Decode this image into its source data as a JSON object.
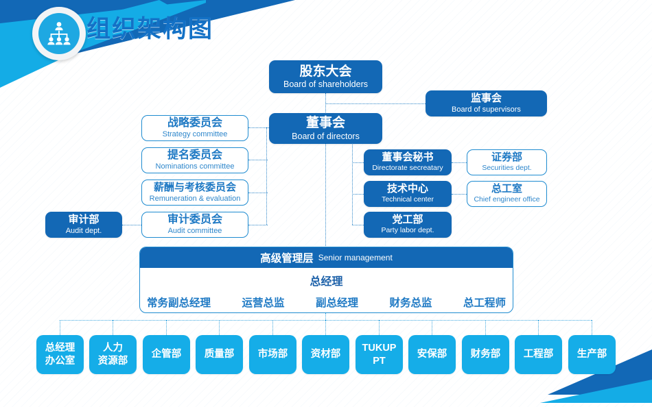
{
  "header": {
    "title": "组织架构图",
    "badge_icon": "org-chart-icon"
  },
  "colors": {
    "dark_blue": "#1368B5",
    "mid_blue": "#1E79C4",
    "light_cyan": "#15ADE8",
    "outline_blue": "#1E8BD0",
    "title_blue": "#1371C6"
  },
  "nodes": {
    "shareholders": {
      "cn": "股东大会",
      "en": "Board of shareholders"
    },
    "supervisors": {
      "cn": "监事会",
      "en": "Board of supervisors"
    },
    "directors": {
      "cn": "董事会",
      "en": "Board of directors"
    },
    "strategy": {
      "cn": "战略委员会",
      "en": "Strategy committee"
    },
    "nominations": {
      "cn": "提名委员会",
      "en": "Nominations committee"
    },
    "remuneration": {
      "cn": "薪酬与考核委员会",
      "en": "Remuneration & evaluation"
    },
    "audit_committee": {
      "cn": "审计委员会",
      "en": "Audit committee"
    },
    "audit_dept": {
      "cn": "审计部",
      "en": "Audit dept."
    },
    "directorate_secretary": {
      "cn": "董事会秘书",
      "en": "Directorate secreatary"
    },
    "securities": {
      "cn": "证券部",
      "en": "Securities dept."
    },
    "technical_center": {
      "cn": "技术中心",
      "en": "Technical center"
    },
    "chief_engineer_office": {
      "cn": "总工室",
      "en": "Chief engineer office"
    },
    "party_labor": {
      "cn": "党工部",
      "en": "Party labor dept."
    }
  },
  "senior_management": {
    "header_cn": "高级管理层",
    "header_en": "Senior management",
    "general_manager": "总经理",
    "roles": [
      "常务副总经理",
      "运营总监",
      "副总经理",
      "财务总监",
      "总工程师"
    ]
  },
  "departments": [
    {
      "line1": "总经理",
      "line2": "办公室"
    },
    {
      "line1": "人力",
      "line2": "资源部"
    },
    {
      "line1": "企管部",
      "line2": ""
    },
    {
      "line1": "质量部",
      "line2": ""
    },
    {
      "line1": "市场部",
      "line2": ""
    },
    {
      "line1": "资材部",
      "line2": ""
    },
    {
      "line1": "TUKUP",
      "line2": "PT"
    },
    {
      "line1": "安保部",
      "line2": ""
    },
    {
      "line1": "财务部",
      "line2": ""
    },
    {
      "line1": "工程部",
      "line2": ""
    },
    {
      "line1": "生产部",
      "line2": ""
    }
  ]
}
